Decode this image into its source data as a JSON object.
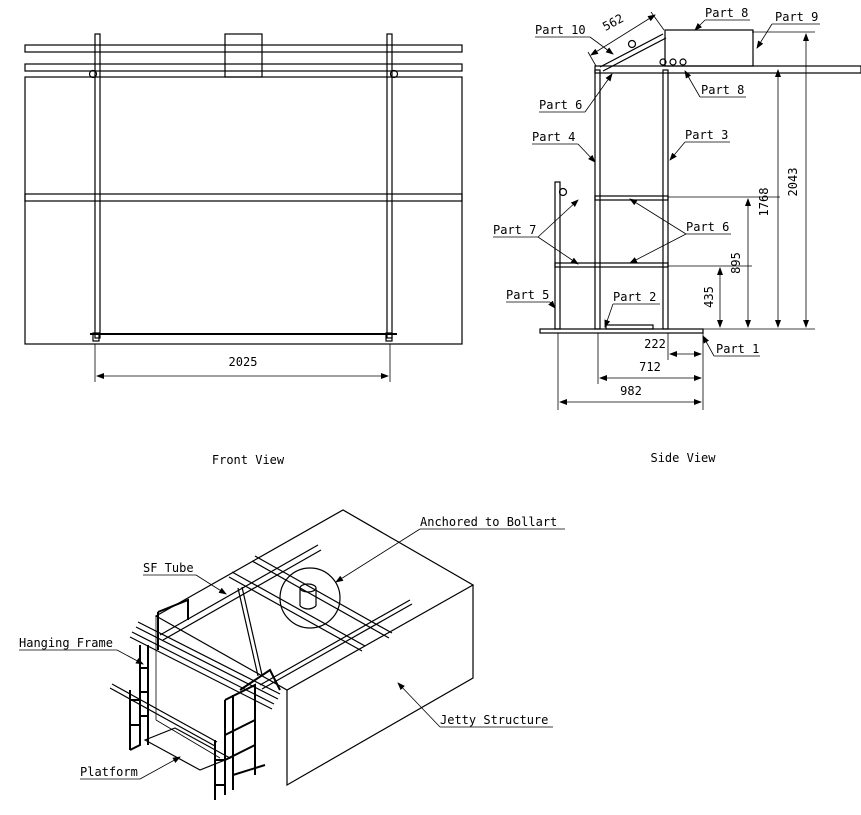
{
  "views": {
    "front_title": "Front View",
    "side_title": "Side View"
  },
  "front": {
    "dim_width": "2025"
  },
  "side": {
    "parts": {
      "part10": "Part 10",
      "part8_top": "Part 8",
      "part9": "Part 9",
      "part6_top": "Part 6",
      "part8_mid": "Part 8",
      "part4": "Part 4",
      "part3": "Part 3",
      "part7": "Part 7",
      "part6_mid": "Part 6",
      "part5": "Part 5",
      "part2": "Part 2",
      "part1": "Part 1"
    },
    "dims": {
      "d562": "562",
      "d1768": "1768",
      "d2043": "2043",
      "d895": "895",
      "d435": "435",
      "d222": "222",
      "d712": "712",
      "d982": "982"
    }
  },
  "iso": {
    "labels": {
      "anchored": "Anchored to Bollart",
      "sf_tube": "SF Tube",
      "hanging_frame": "Hanging Frame",
      "jetty": "Jetty Structure",
      "platform": "Platform"
    }
  }
}
